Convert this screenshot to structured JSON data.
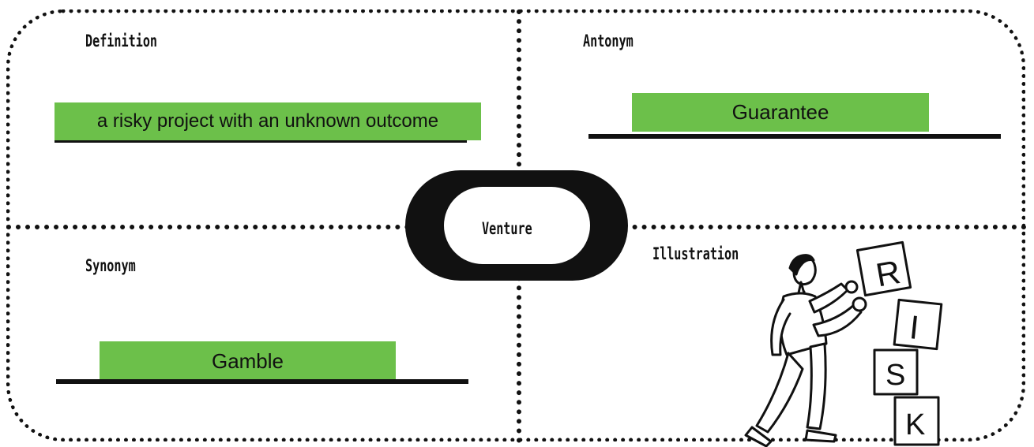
{
  "center": {
    "term": "Venture"
  },
  "quadrants": {
    "definition": {
      "label": "Definition",
      "value": "a risky project with an unknown outcome"
    },
    "antonym": {
      "label": "Antonym",
      "value": "Guarantee"
    },
    "synonym": {
      "label": "Synonym",
      "value": "Gamble"
    },
    "illustration": {
      "label": "Illustration",
      "letters": [
        "R",
        "I",
        "S",
        "K"
      ]
    }
  },
  "colors": {
    "accent": "#6cc04a",
    "ink": "#111111",
    "background": "#ffffff"
  },
  "icons": [
    "businessman-stacking-blocks-illustration"
  ]
}
